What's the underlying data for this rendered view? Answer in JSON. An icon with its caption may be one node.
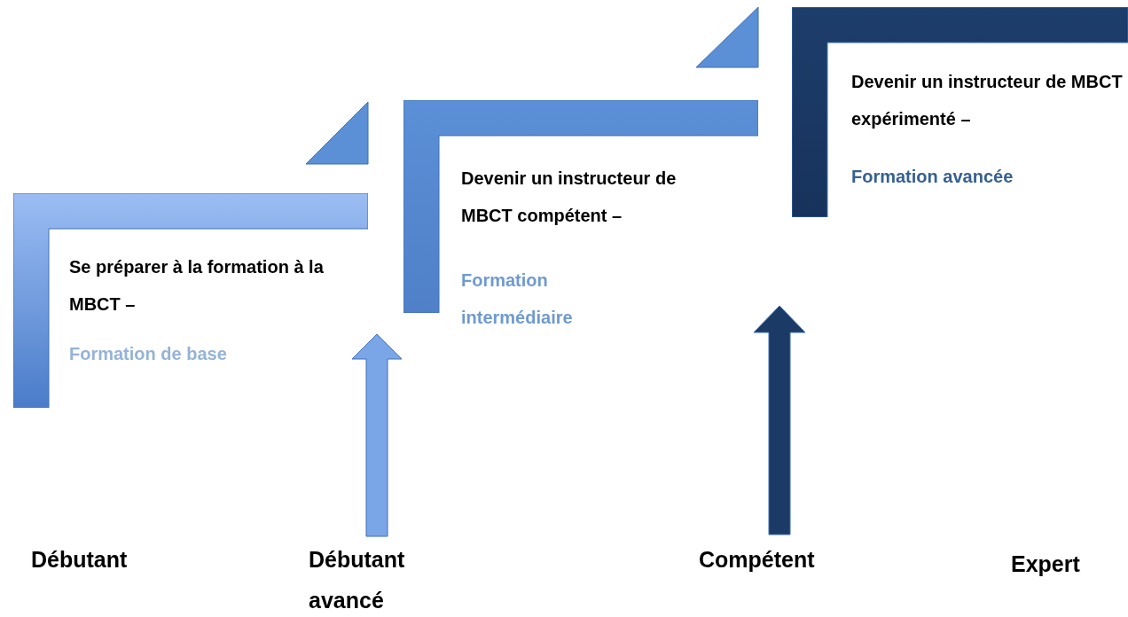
{
  "diagram": {
    "nodes": [
      {
        "text": [
          "Se préparer à la formation à la MBCT –",
          "Formation de base"
        ]
      },
      {
        "text": [
          "Devenir un instructeur de MBCT compétent –",
          "Formation intermédiaire"
        ]
      },
      {
        "text": [
          "Devenir un instructeur de MBCT expérimenté –",
          "Formation avancée"
        ]
      }
    ],
    "labels": [
      "Débutant",
      "Débutant avancé",
      "Compétent",
      "Expert"
    ]
  }
}
